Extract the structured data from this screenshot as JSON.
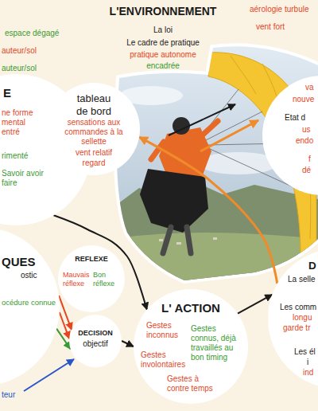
{
  "diagram": {
    "title": "L'ENVIRONNEMENT",
    "nodes": [
      {
        "text": [
          "E",
          "ne forme mental entré",
          "rimenté",
          "Savoir avoir faire"
        ]
      },
      {
        "text": [
          "tableau de bord",
          "sensations aux commandes à la sellette",
          "vent relatif",
          "regard"
        ]
      },
      {
        "text": [
          "va",
          "nouve",
          "Etat d",
          "us",
          "endo",
          "f",
          "dé"
        ]
      },
      {
        "text": [
          "QUES",
          "ostic",
          "océdure connue"
        ]
      },
      {
        "text": [
          "REFLEXE",
          "Mauvais réflexe",
          "Bon réflexe"
        ]
      },
      {
        "text": [
          "DECISION",
          "objectif"
        ]
      },
      {
        "text": [
          "L' ACTION",
          "Gestes inconnus",
          "Gestes connus, déjà travaillés au bon timing",
          "Gestes involontaires",
          "Gestes à contre temps"
        ]
      },
      {
        "text": [
          "D",
          "La selle",
          "Les comm",
          "longu",
          "garde tr",
          "Les él",
          "i",
          "ind"
        ]
      }
    ],
    "edges": [
      {
        "from": 0,
        "to": 6,
        "arrow": "to"
      },
      {
        "from": 3,
        "to": 5,
        "arrow": "to"
      },
      {
        "from": 3,
        "to": 5,
        "arrow": "to"
      },
      {
        "from": 3,
        "to": 5,
        "arrow": "to"
      },
      {
        "from": 5,
        "to": 6,
        "arrow": "to"
      },
      {
        "from": 6,
        "to": 7,
        "arrow": "to"
      },
      {
        "from": 7,
        "to": 1,
        "arrow": "to"
      }
    ],
    "labels": [
      "espace dégagé",
      "auteur/sol",
      "auteur/sol",
      "La loi",
      "Le cadre de pratique",
      "pratique autonome",
      "encadrée",
      "aérologie turbule",
      "vent fort",
      "teur"
    ]
  }
}
